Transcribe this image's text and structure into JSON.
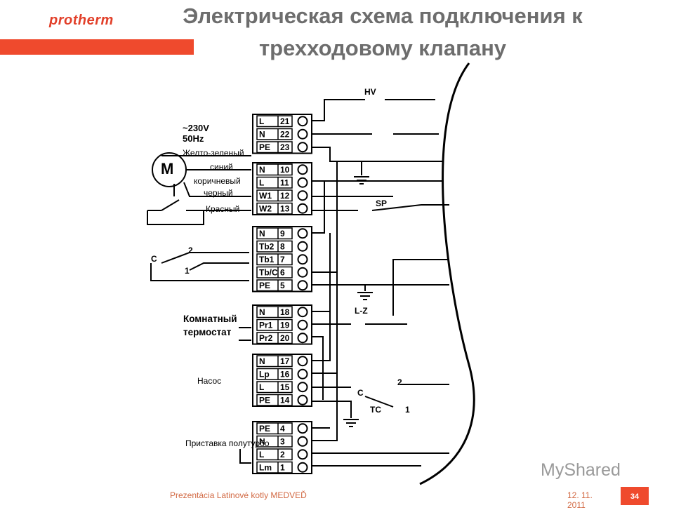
{
  "brand": {
    "logo": "protherm",
    "accent_color": "#ef4a2d"
  },
  "title": "Электрическая схема подключения к трехходовому клапану",
  "footer": {
    "text": "Prezentácia Latinové kotly MEDVEĎ",
    "date": "12. 11. 2011",
    "page": "34"
  },
  "watermark": "MyShared",
  "supply": {
    "voltage": "~230V",
    "frequency": "50Hz"
  },
  "motor_symbol": "M",
  "wire_labels": [
    "Желто-зеленый",
    "синий",
    "коричневый",
    "черный",
    "Красный"
  ],
  "section_labels": {
    "room_thermostat": "Комнатный термостат",
    "pump": "Насос",
    "attachment": "Приставка полутурбо"
  },
  "components": {
    "hv": "HV",
    "sp": "SP",
    "lz": "L-Z",
    "tc": "TC",
    "c_top": "C",
    "num_2": "2",
    "num_1": "1",
    "c_tc": "C",
    "tc_2": "2",
    "tc_1": "1"
  },
  "terminal_blocks": [
    {
      "rows": [
        {
          "label": "L",
          "num": "21"
        },
        {
          "label": "N",
          "num": "22"
        },
        {
          "label": "PE",
          "num": "23"
        }
      ]
    },
    {
      "rows": [
        {
          "label": "N",
          "num": "10"
        },
        {
          "label": "L",
          "num": "11"
        },
        {
          "label": "W1",
          "num": "12"
        },
        {
          "label": "W2",
          "num": "13"
        }
      ]
    },
    {
      "rows": [
        {
          "label": "N",
          "num": "9"
        },
        {
          "label": "Tb2",
          "num": "8"
        },
        {
          "label": "Tb1",
          "num": "7"
        },
        {
          "label": "Tb/C",
          "num": "6"
        },
        {
          "label": "PE",
          "num": "5"
        }
      ]
    },
    {
      "rows": [
        {
          "label": "N",
          "num": "18"
        },
        {
          "label": "Pr1",
          "num": "19"
        },
        {
          "label": "Pr2",
          "num": "20"
        }
      ]
    },
    {
      "rows": [
        {
          "label": "N",
          "num": "17"
        },
        {
          "label": "Lp",
          "num": "16"
        },
        {
          "label": "L",
          "num": "15"
        },
        {
          "label": "PE",
          "num": "14"
        }
      ]
    },
    {
      "rows": [
        {
          "label": "PE",
          "num": "4"
        },
        {
          "label": "N",
          "num": "3"
        },
        {
          "label": "L",
          "num": "2"
        },
        {
          "label": "Lm",
          "num": "1"
        }
      ]
    }
  ]
}
